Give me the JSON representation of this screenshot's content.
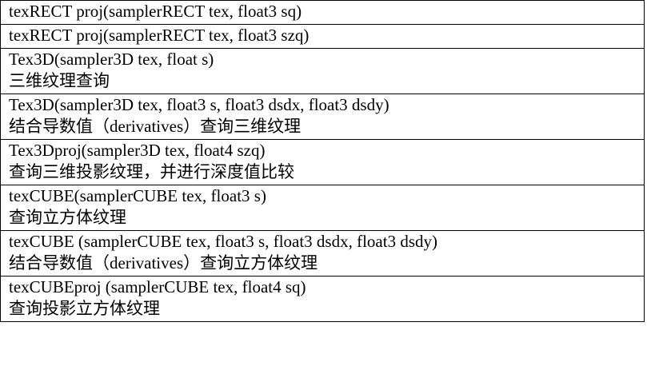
{
  "rows": [
    {
      "signature": "texRECT proj(samplerRECT tex, float3 sq)",
      "description": ""
    },
    {
      "signature": "texRECT proj(samplerRECT tex, float3 szq)",
      "description": ""
    },
    {
      "signature": "Tex3D(sampler3D tex, float s)",
      "description": "三维纹理查询"
    },
    {
      "signature": "Tex3D(sampler3D tex, float3 s, float3 dsdx, float3 dsdy)",
      "description": "结合导数值（derivatives）查询三维纹理"
    },
    {
      "signature": "Tex3Dproj(sampler3D tex, float4 szq)",
      "description": "查询三维投影纹理，并进行深度值比较"
    },
    {
      "signature": "texCUBE(samplerCUBE tex, float3 s)",
      "description": "查询立方体纹理"
    },
    {
      "signature": "texCUBE (samplerCUBE tex, float3 s, float3 dsdx, float3 dsdy)",
      "description": "结合导数值（derivatives）查询立方体纹理"
    },
    {
      "signature": "texCUBEproj (samplerCUBE tex, float4 sq)",
      "description": "查询投影立方体纹理"
    }
  ]
}
